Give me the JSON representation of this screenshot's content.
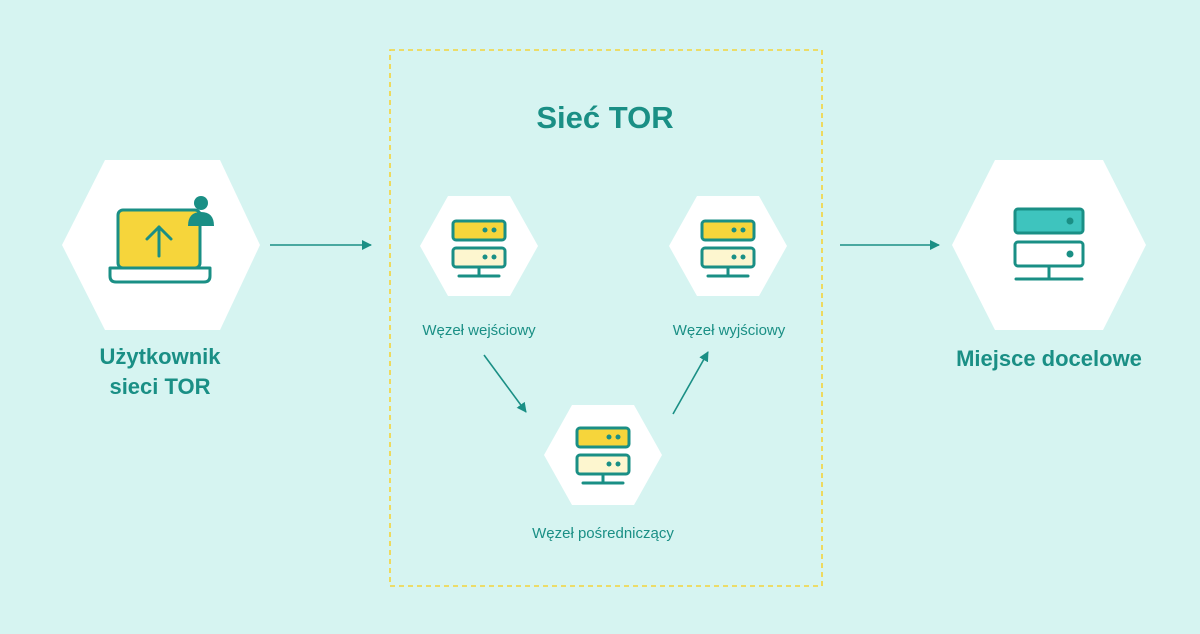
{
  "title": "Sieć TOR",
  "user": {
    "line1": "Użytkownik",
    "line2": "sieci TOR"
  },
  "nodes": {
    "entry": "Węzeł wejściowy",
    "middle": "Węzeł pośredniczący",
    "exit": "Węzeł wyjściowy"
  },
  "destination": "Miejsce docelowe",
  "colors": {
    "background": "#d6f4f1",
    "hexagon": "#ffffff",
    "teal": "#1a8f85",
    "yellow": "#f6d53b",
    "light_yellow": "#fdf6cf",
    "destination_teal": "#3ec4be",
    "border_dashed": "#f3d43a"
  },
  "icons": {
    "user": "laptop-upload-icon",
    "node": "server-icon",
    "destination": "server-icon"
  }
}
